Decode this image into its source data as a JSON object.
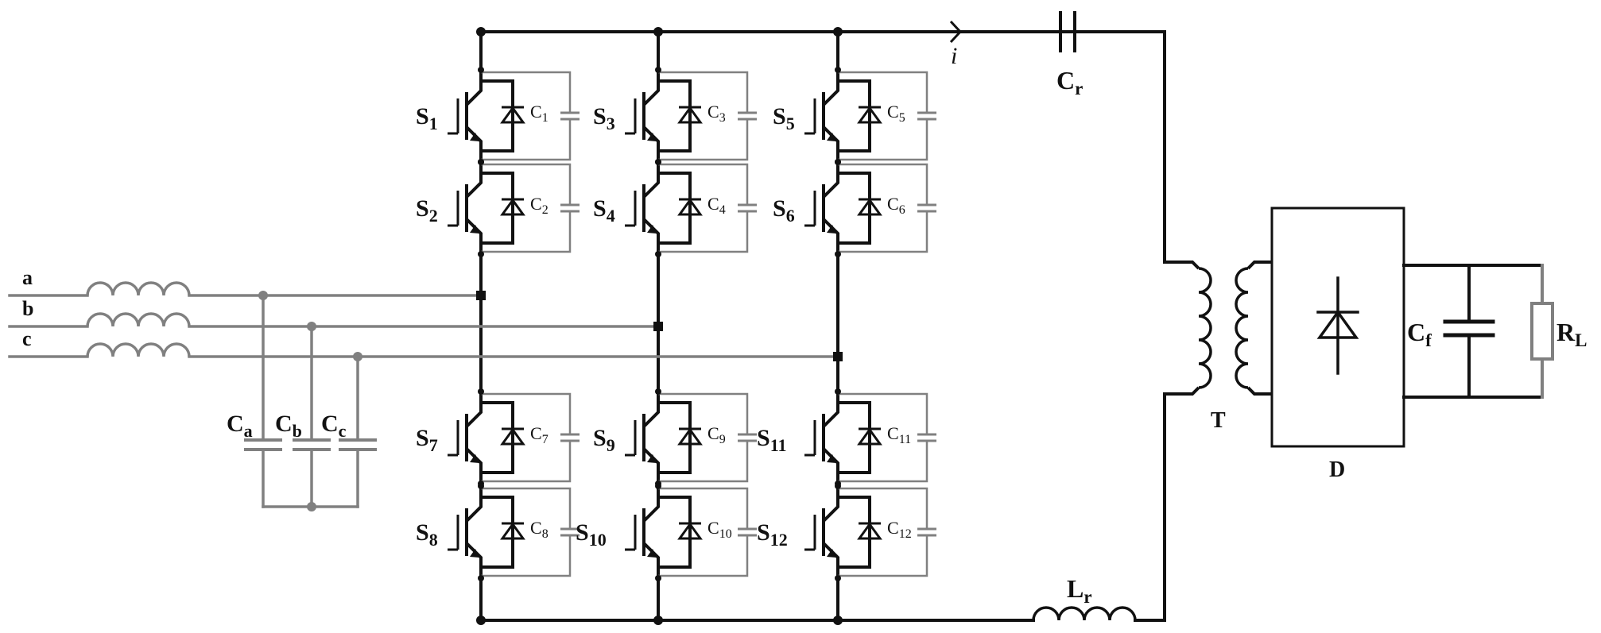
{
  "inputs": [
    {
      "main": "a",
      "sub": ""
    },
    {
      "main": "b",
      "sub": ""
    },
    {
      "main": "c",
      "sub": ""
    }
  ],
  "filter_caps": [
    {
      "main": "C",
      "sub": "a"
    },
    {
      "main": "C",
      "sub": "b"
    },
    {
      "main": "C",
      "sub": "c"
    }
  ],
  "switches": [
    {
      "main": "S",
      "sub": "1"
    },
    {
      "main": "S",
      "sub": "2"
    },
    {
      "main": "S",
      "sub": "3"
    },
    {
      "main": "S",
      "sub": "4"
    },
    {
      "main": "S",
      "sub": "5"
    },
    {
      "main": "S",
      "sub": "6"
    },
    {
      "main": "S",
      "sub": "7"
    },
    {
      "main": "S",
      "sub": "8"
    },
    {
      "main": "S",
      "sub": "9"
    },
    {
      "main": "S",
      "sub": "10"
    },
    {
      "main": "S",
      "sub": "11"
    },
    {
      "main": "S",
      "sub": "12"
    }
  ],
  "snubbers": [
    {
      "main": "C",
      "sub": "1"
    },
    {
      "main": "C",
      "sub": "2"
    },
    {
      "main": "C",
      "sub": "3"
    },
    {
      "main": "C",
      "sub": "4"
    },
    {
      "main": "C",
      "sub": "5"
    },
    {
      "main": "C",
      "sub": "6"
    },
    {
      "main": "C",
      "sub": "7"
    },
    {
      "main": "C",
      "sub": "8"
    },
    {
      "main": "C",
      "sub": "9"
    },
    {
      "main": "C",
      "sub": "10"
    },
    {
      "main": "C",
      "sub": "11"
    },
    {
      "main": "C",
      "sub": "12"
    }
  ],
  "current_label": "i",
  "resonant_cap": {
    "main": "C",
    "sub": "r"
  },
  "resonant_inductor": {
    "main": "L",
    "sub": "r"
  },
  "transformer_label": "T",
  "rectifier_label": "D",
  "output_cap": {
    "main": "C",
    "sub": "f"
  },
  "load": {
    "main": "R",
    "sub": "L"
  },
  "colors": {
    "wire": "#111111",
    "gray": "#808080"
  }
}
